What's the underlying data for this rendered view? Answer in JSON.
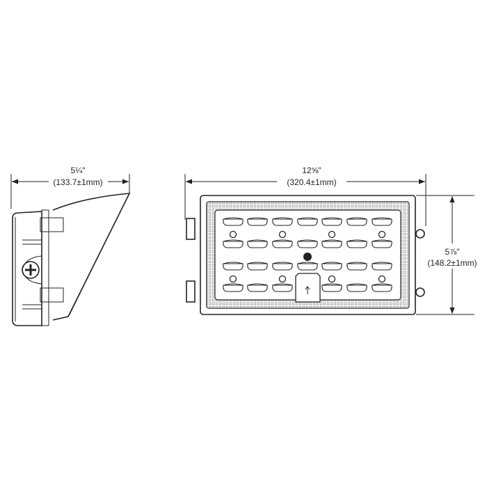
{
  "side_view": {
    "width_imperial": "5¼\"",
    "width_metric": "(133.7±1mm)"
  },
  "front_view": {
    "width_imperial": "12⅝\"",
    "width_metric": "(320.4±1mm)",
    "height_imperial": "5⅞\"",
    "height_metric": "(148.2±1mm)",
    "led_rows": 4,
    "led_columns": 7
  },
  "colors": {
    "line": "#222222",
    "background": "#ffffff"
  }
}
